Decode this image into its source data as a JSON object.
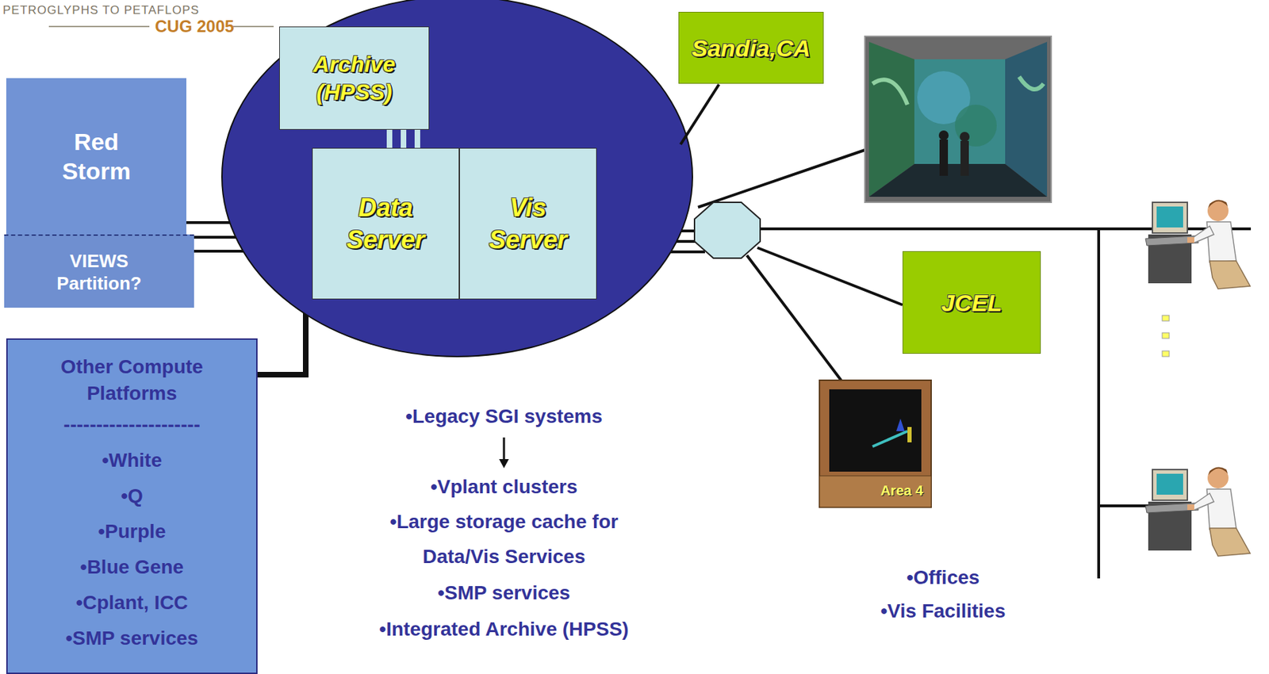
{
  "diagram": {
    "nodes": [
      {
        "text": [
          "Red Storm"
        ]
      },
      {
        "text": [
          "VIEWS Partition?"
        ]
      },
      {
        "text": [
          "Archive (HPSS)"
        ]
      },
      {
        "text": [
          "Data Server"
        ]
      },
      {
        "text": [
          "Vis Server"
        ]
      },
      {
        "text": [
          "Sandia,CA"
        ]
      },
      {
        "text": [
          "JCEL"
        ]
      },
      {
        "text": [
          "Other Compute Platforms",
          "---------------------",
          "•White",
          "•Q",
          "•Purple",
          "•Blue Gene",
          "•Cplant, ICC",
          "•SMP services"
        ]
      }
    ],
    "edges": [
      {
        "from": 2,
        "to": 3,
        "arrow": "none"
      }
    ],
    "labels": [
      "PETROGLYPHS TO PETAFLOPS",
      "CUG 2005",
      "•Legacy SGI systems",
      "•Vplant clusters",
      "•Large storage cache for Data/Vis Services",
      "•SMP services",
      "•Integrated Archive (HPSS)",
      "Area 4",
      "•Offices",
      "•Vis Facilities"
    ]
  }
}
